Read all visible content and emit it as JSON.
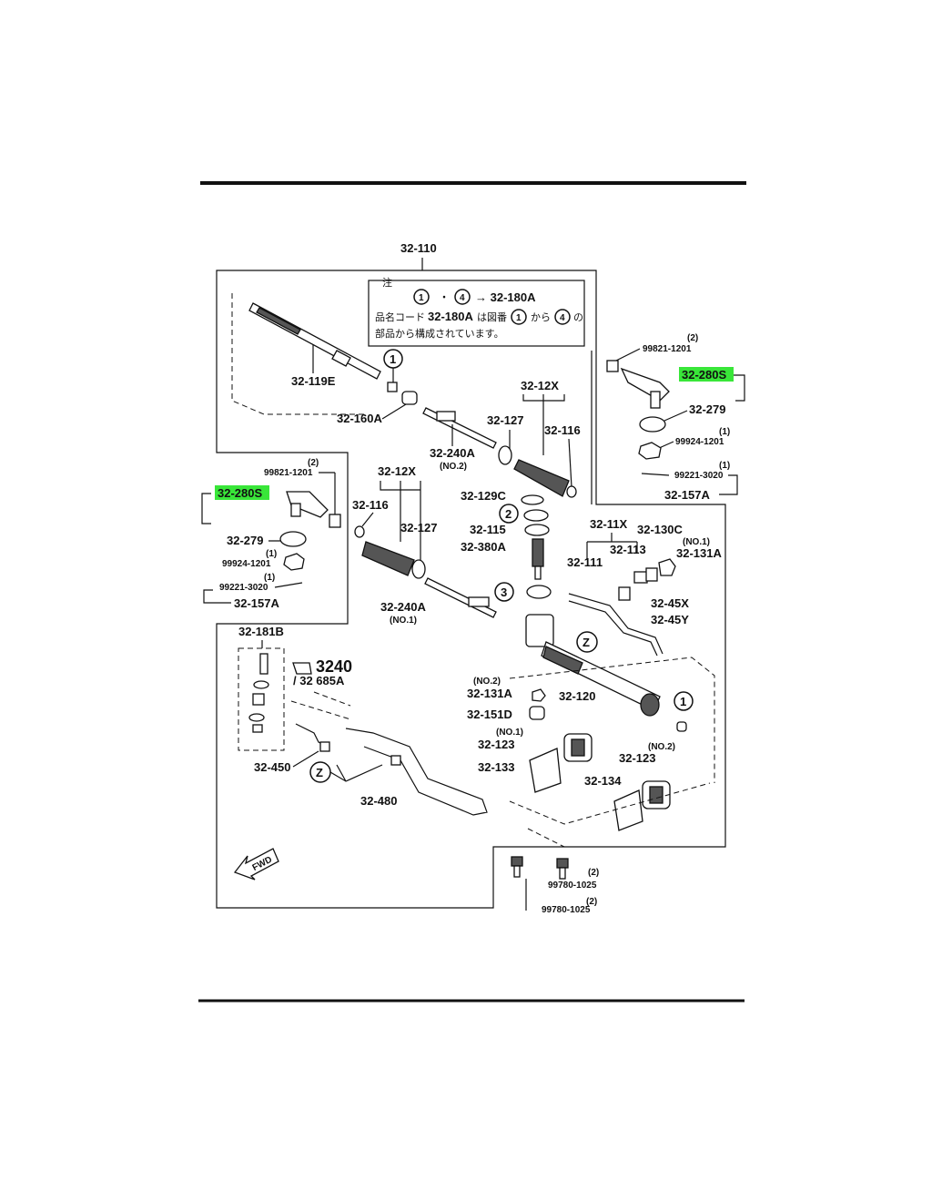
{
  "highlight_color": "#39e639",
  "note": {
    "title": "注",
    "line1": "→ 32-180A",
    "line1_from": "1",
    "line1_to": "4",
    "line2_a": "品名コード",
    "line2_code": "32-180A",
    "line2_b": "は図番",
    "line2_c": "から",
    "line2_d": "の",
    "line3": "部品から構成されています。"
  },
  "labels": {
    "main_assembly": "32-110",
    "tie_rod_inner_r": "32-119E",
    "bushing_160a": "32-160A",
    "tie_rod_240a_r": "32-240A",
    "no2": "(NO.2)",
    "no1": "(NO.1)",
    "boot_kit_r": "32-12X",
    "boot_kit_l": "32-12X",
    "boot_127": "32-127",
    "clip_116": "32-116",
    "nut_99821": "99821-1201",
    "qty2": "(2)",
    "qty1": "(1)",
    "tie_rod_end_r": "32-280S",
    "tie_rod_end_l": "32-280S",
    "seal_279": "32-279",
    "nut_99924": "99924-1201",
    "pin_99221": "99221-3020",
    "boot_157a": "32-157A",
    "seal_129c": "32-129C",
    "washer_115": "32-115",
    "pinion_380a": "32-380A",
    "kit_11x": "32-11X",
    "yoke_130c": "32-130C",
    "spring_113": "32-113",
    "plug_111": "32-111",
    "nut_131a": "32-131A",
    "pipe_45x": "32-45X",
    "pipe_45y": "32-45Y",
    "housing_120": "32-120",
    "nut_131a_b": "32-131A",
    "cap_151d": "32-151D",
    "mount_123": "32-123",
    "bracket_133": "32-133",
    "bracket_134": "32-134",
    "bolt_99780_a": "99780-1025",
    "bolt_99780_b": "99780-1025",
    "kit_181b": "32-181B",
    "ref_3240": "3240",
    "ref_32685a": "/ 32 685A",
    "pipe_450": "32-450",
    "pipe_480": "32-480",
    "fwd": "FWD",
    "circle_1": "1",
    "circle_2": "2",
    "circle_3": "3",
    "circle_4": "4",
    "circle_z": "Z"
  }
}
